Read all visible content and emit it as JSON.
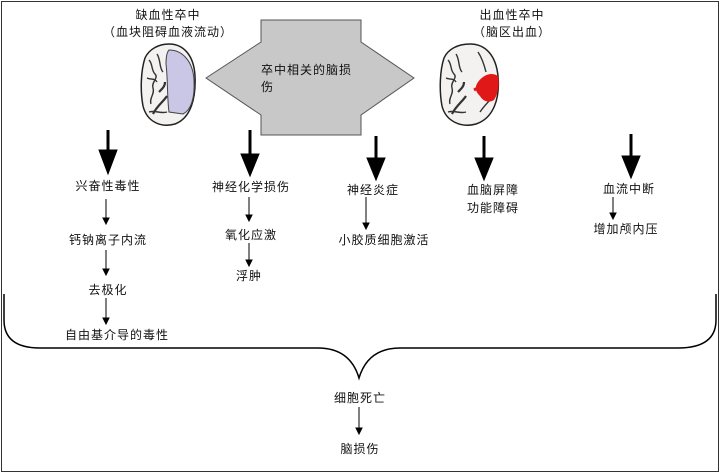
{
  "header": {
    "ischemic": {
      "title": "缺血性卒中",
      "subtitle": "（血块阻碍血液流动）"
    },
    "hemorrhagic": {
      "title": "出血性卒中",
      "subtitle": "（脑区出血）"
    },
    "center": "卒中相关的脑损伤"
  },
  "columns": [
    {
      "items": [
        "兴奋性毒性",
        "钙钠离子内流",
        "去极化",
        "自由基介导的毒性"
      ]
    },
    {
      "items": [
        "神经化学损伤",
        "氧化应激",
        "浮肿"
      ]
    },
    {
      "items": [
        "神经炎症",
        "小胶质细胞激活"
      ]
    },
    {
      "items": [
        "血脑屏障",
        "功能障碍"
      ]
    },
    {
      "items": [
        "血流中断",
        "增加颅内压"
      ]
    }
  ],
  "outcome": {
    "first": "细胞死亡",
    "second": "脑损伤"
  },
  "colors": {
    "box": "#c8c8c8",
    "ischemic_area": "#c9c6e6",
    "hemorrhage": "#e01818",
    "line": "#000000"
  }
}
